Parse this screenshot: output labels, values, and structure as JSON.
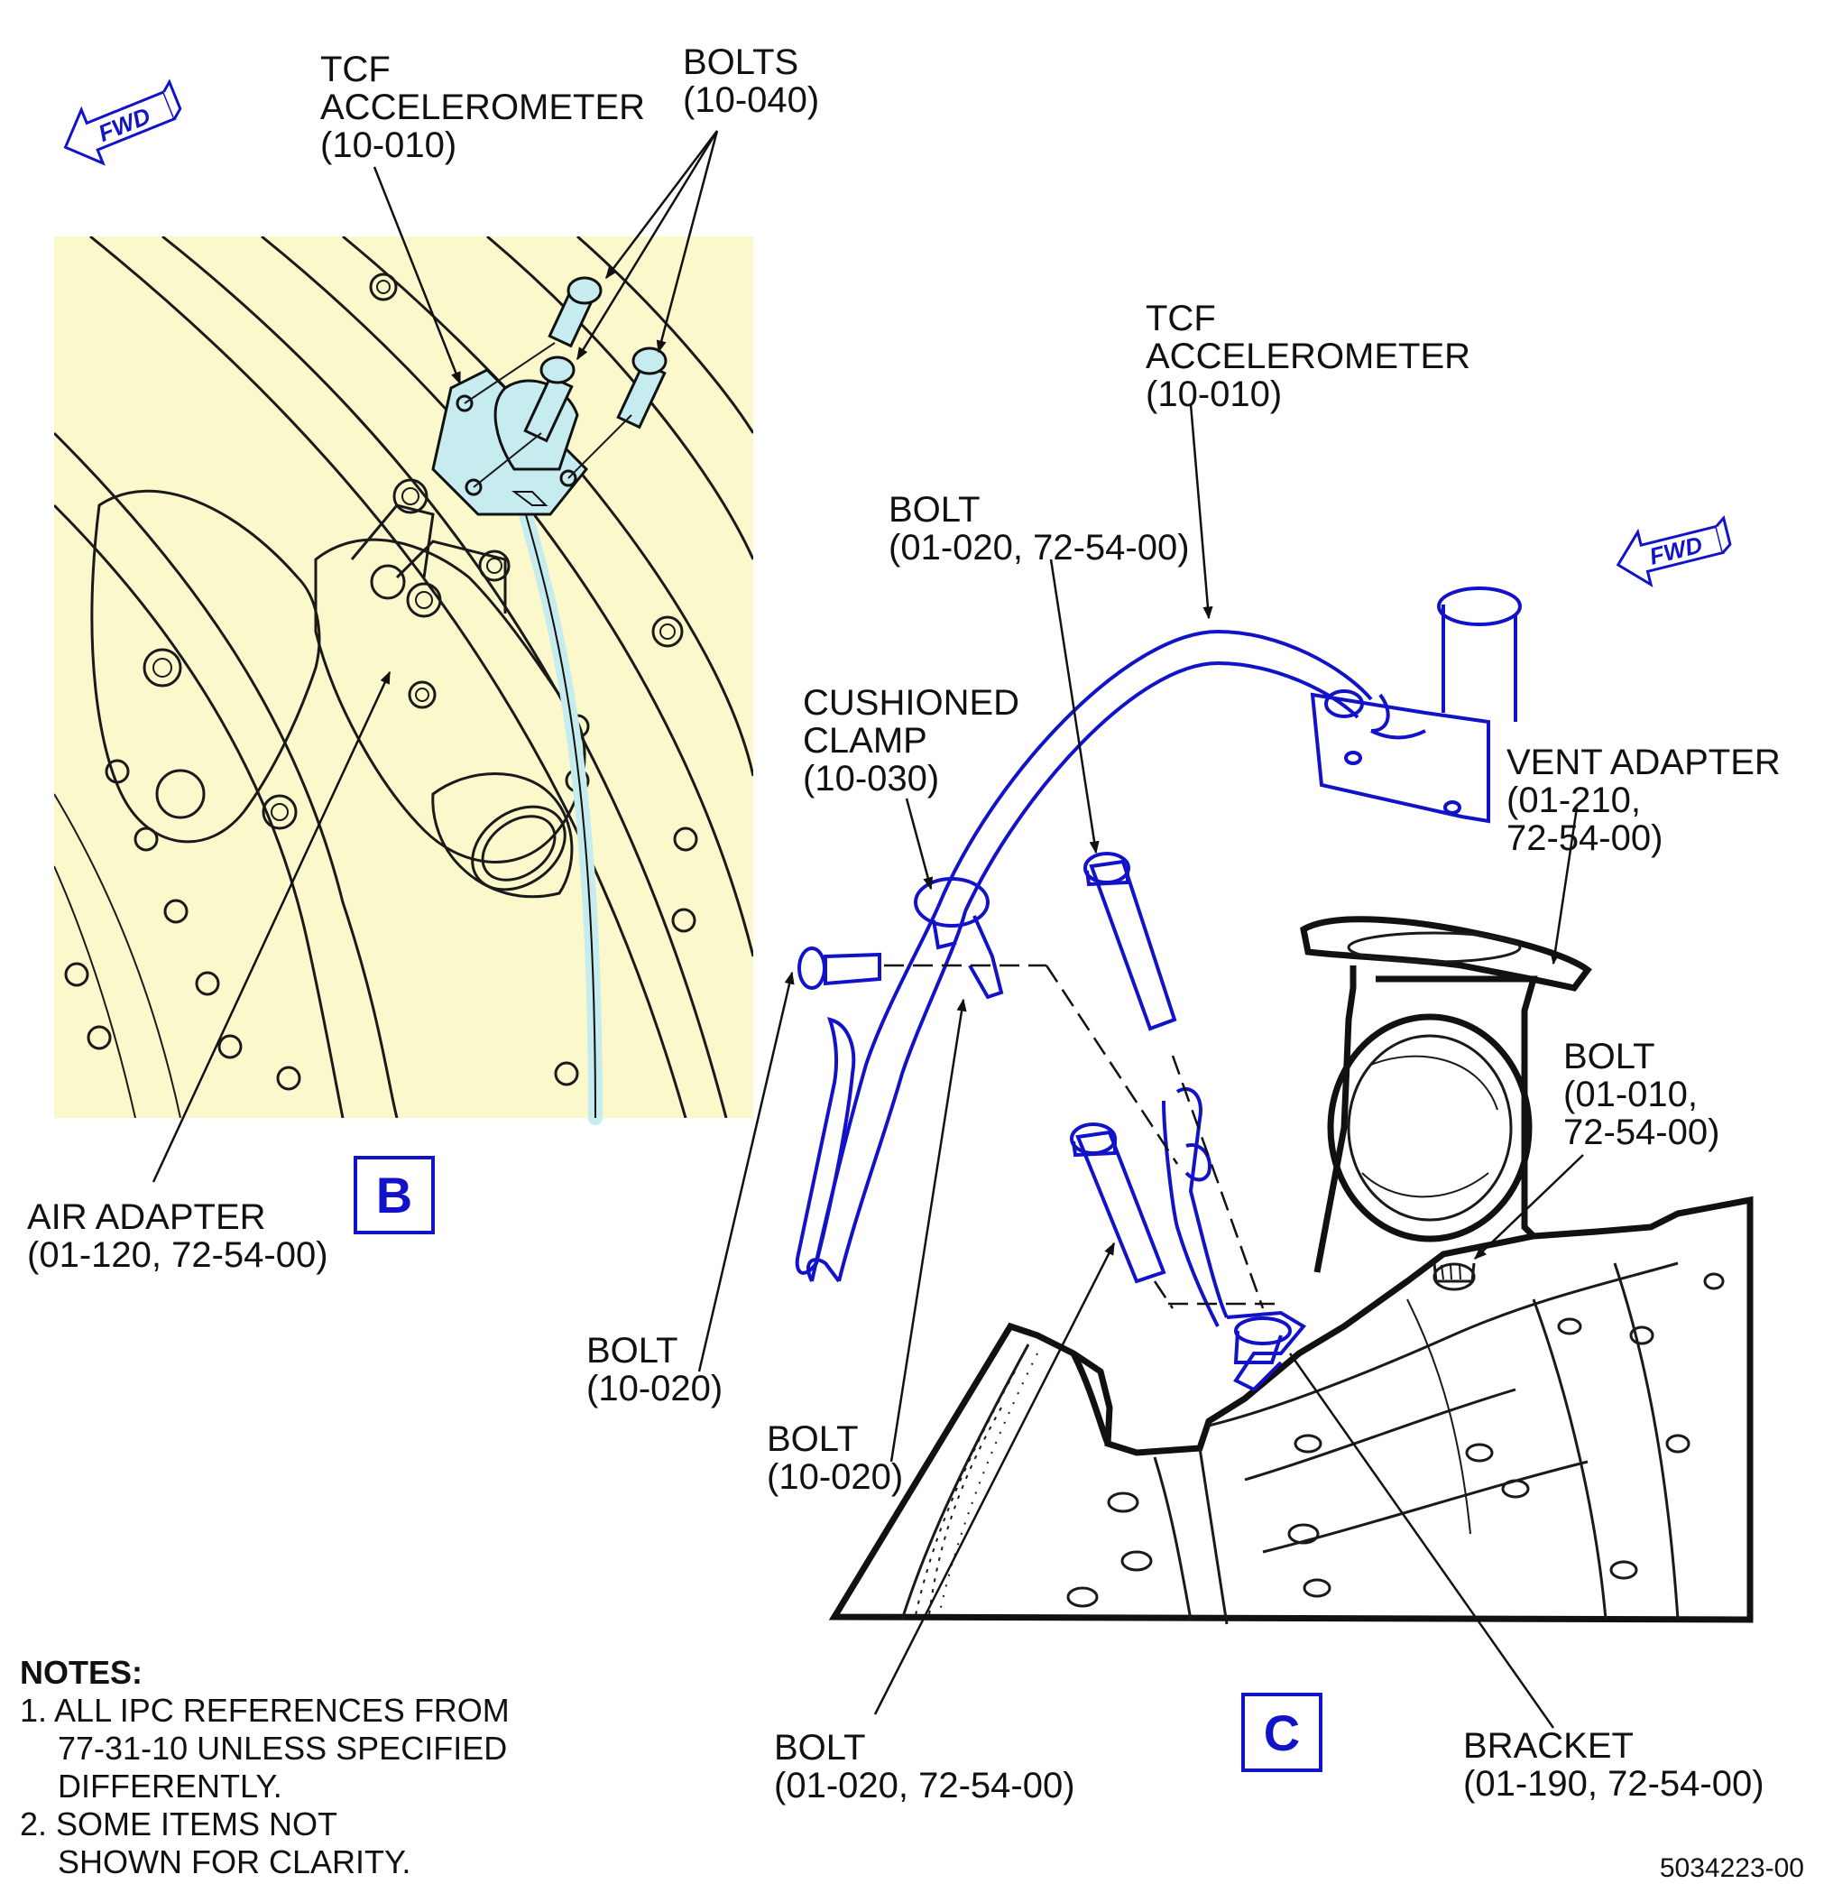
{
  "colors": {
    "view_b_background": "#fbf9cc",
    "highlight_part": "#c6ecf0",
    "accent_blue": "#1212c8",
    "line": "#111111"
  },
  "fwd_arrows": [
    {
      "text": "FWD",
      "icon": "fwd-direction-arrow"
    },
    {
      "text": "FWD",
      "icon": "fwd-direction-arrow"
    }
  ],
  "view_b": {
    "letter": "B",
    "labels": {
      "tcf": [
        "TCF",
        "ACCELEROMETER",
        "(10-010)"
      ],
      "bolts": [
        "BOLTS",
        "(10-040)"
      ],
      "air_adapter": [
        "AIR ADAPTER",
        "(01-120, 72-54-00)"
      ]
    }
  },
  "view_c": {
    "letter": "C",
    "labels": {
      "tcf": [
        "TCF",
        "ACCELEROMETER",
        "(10-010)"
      ],
      "bolt_top": [
        "BOLT",
        "(01-020, 72-54-00)"
      ],
      "cushioned_clamp": [
        "CUSHIONED",
        "CLAMP",
        "(10-030)"
      ],
      "vent_adapter": [
        "VENT ADAPTER",
        "(01-210,",
        "72-54-00)"
      ],
      "bolt_right": [
        "BOLT",
        "(01-010,",
        "72-54-00)"
      ],
      "bolt_left_1": [
        "BOLT",
        "(10-020)"
      ],
      "bolt_left_2": [
        "BOLT",
        "(10-020)"
      ],
      "bolt_bottom": [
        "BOLT",
        "(01-020, 72-54-00)"
      ],
      "bracket": [
        "BRACKET",
        "(01-190, 72-54-00)"
      ]
    }
  },
  "notes": {
    "heading": "NOTES:",
    "lines": [
      "1. ALL IPC REFERENCES FROM",
      "77-31-10 UNLESS SPECIFIED",
      "DIFFERENTLY.",
      "2. SOME ITEMS NOT",
      "SHOWN FOR CLARITY."
    ]
  },
  "figure_number": "5034223-00"
}
